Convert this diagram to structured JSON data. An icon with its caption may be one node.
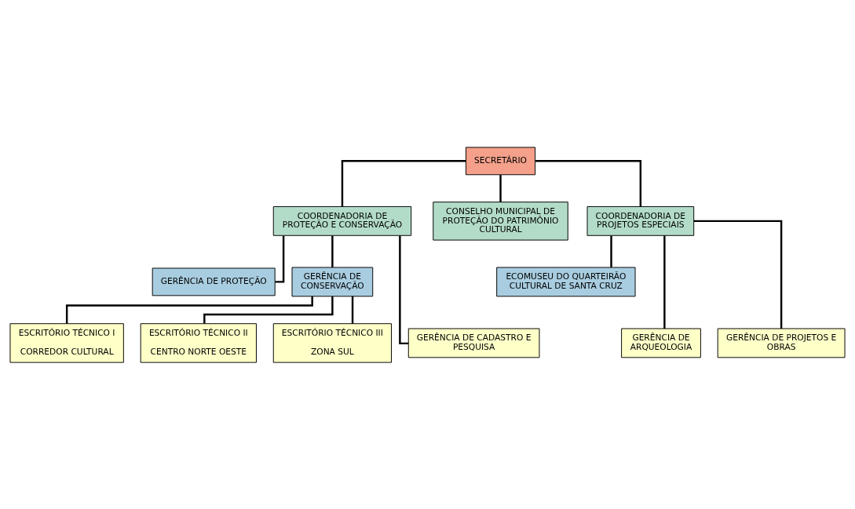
{
  "diagram": {
    "nodes": [
      {
        "text": [
          "SECRETÁRIO"
        ]
      },
      {
        "text": [
          "COORDENADORIA DE PROTEÇÃO E CONSERVAÇÃO"
        ]
      },
      {
        "text": [
          "CONSELHO MUNICIPAL DE PROTEÇÃO DO PATRIMÔNIO CULTURAL"
        ]
      },
      {
        "text": [
          "COORDENADORIA DE PROJETOS ESPECIAIS"
        ]
      },
      {
        "text": [
          "GERÊNCIA DE PROTEÇÃO"
        ]
      },
      {
        "text": [
          "GERÊNCIA DE CONSERVAÇÃO"
        ]
      },
      {
        "text": [
          "ECOMUSEU DO QUARTEIRÃO CULTURAL DE SANTA CRUZ"
        ]
      },
      {
        "text": [
          "GERÊNCIA DE CADASTRO E PESQUISA"
        ]
      },
      {
        "text": [
          "ESCRITÓRIO TÉCNICO I",
          "CORREDOR CULTURAL"
        ]
      },
      {
        "text": [
          "ESCRITÓRIO TÉCNICO II",
          "CENTRO NORTE OESTE"
        ]
      },
      {
        "text": [
          "ESCRITÓRIO TÉCNICO III",
          "ZONA SUL"
        ]
      },
      {
        "text": [
          "GERÊNCIA DE ARQUEOLOGIA"
        ]
      },
      {
        "text": [
          "GERÊNCIA DE PROJETOS E OBRAS"
        ]
      }
    ],
    "edges": [
      {
        "from": 0,
        "to": 1,
        "arrow": "none"
      },
      {
        "from": 0,
        "to": 2,
        "arrow": "none"
      },
      {
        "from": 0,
        "to": 3,
        "arrow": "none"
      },
      {
        "from": 1,
        "to": 7,
        "arrow": "none"
      },
      {
        "from": 1,
        "to": 4,
        "arrow": "none"
      },
      {
        "from": 1,
        "to": 5,
        "arrow": "none"
      },
      {
        "from": 5,
        "to": 8,
        "arrow": "none"
      },
      {
        "from": 5,
        "to": 9,
        "arrow": "none"
      },
      {
        "from": 5,
        "to": 10,
        "arrow": "none"
      },
      {
        "from": 3,
        "to": 6,
        "arrow": "none"
      },
      {
        "from": 3,
        "to": 11,
        "arrow": "none"
      },
      {
        "from": 3,
        "to": 12,
        "arrow": "none"
      }
    ]
  }
}
